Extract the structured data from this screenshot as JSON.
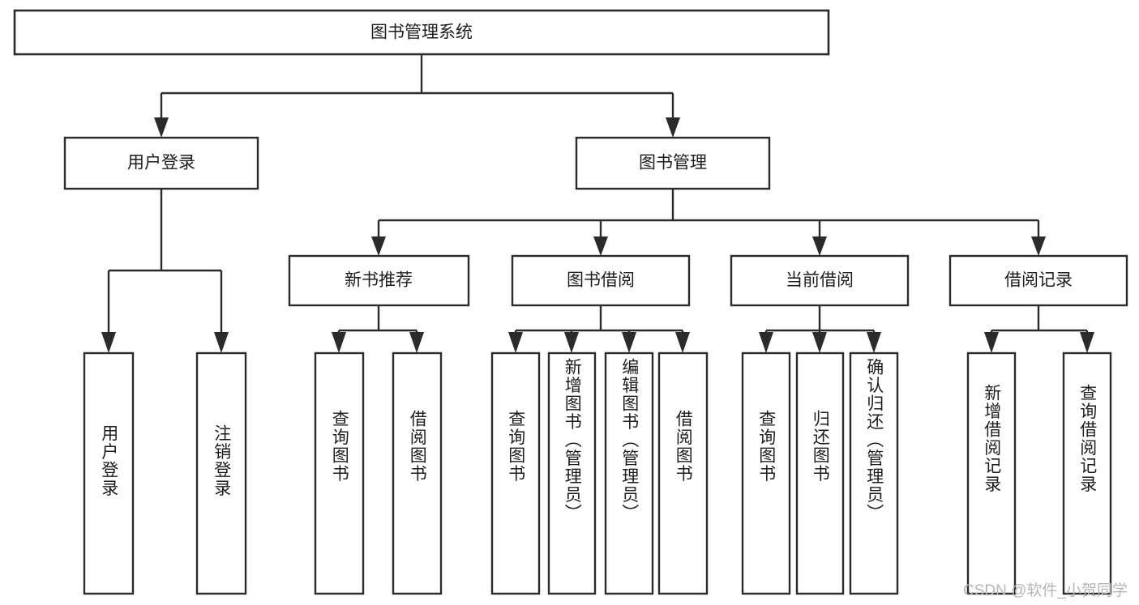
{
  "diagram": {
    "title": "图书管理系统",
    "type": "tree",
    "orientation": "top-down",
    "colors": {
      "box_fill": "#ffffff",
      "box_stroke": "#2b2b2b",
      "text": "#1d1d1d",
      "watermark": "#b6b6b6",
      "background": "#ffffff"
    },
    "root": {
      "label": "图书管理系统"
    },
    "level1": [
      {
        "label": "用户登录"
      },
      {
        "label": "图书管理"
      }
    ],
    "level2": [
      {
        "label": "新书推荐",
        "parent": "图书管理"
      },
      {
        "label": "图书借阅",
        "parent": "图书管理"
      },
      {
        "label": "当前借阅",
        "parent": "图书管理"
      },
      {
        "label": "借阅记录",
        "parent": "图书管理"
      }
    ],
    "leaves": {
      "user_login": [
        {
          "label": "用户登录"
        },
        {
          "label": "注销登录"
        }
      ],
      "new_book_recommend": [
        {
          "label": "查询图书"
        },
        {
          "label": "借阅图书"
        }
      ],
      "book_borrow": [
        {
          "label": "查询图书"
        },
        {
          "label": "新增图书（管理员）"
        },
        {
          "label": "编辑图书（管理员）"
        },
        {
          "label": "借阅图书"
        }
      ],
      "current_borrow": [
        {
          "label": "查询图书"
        },
        {
          "label": "归还图书"
        },
        {
          "label": "确认归还（管理员）"
        }
      ],
      "borrow_record": [
        {
          "label": "新增借阅记录"
        },
        {
          "label": "查询借阅记录"
        }
      ]
    }
  },
  "watermark": {
    "text": "CSDN @软件_小贺同学"
  }
}
